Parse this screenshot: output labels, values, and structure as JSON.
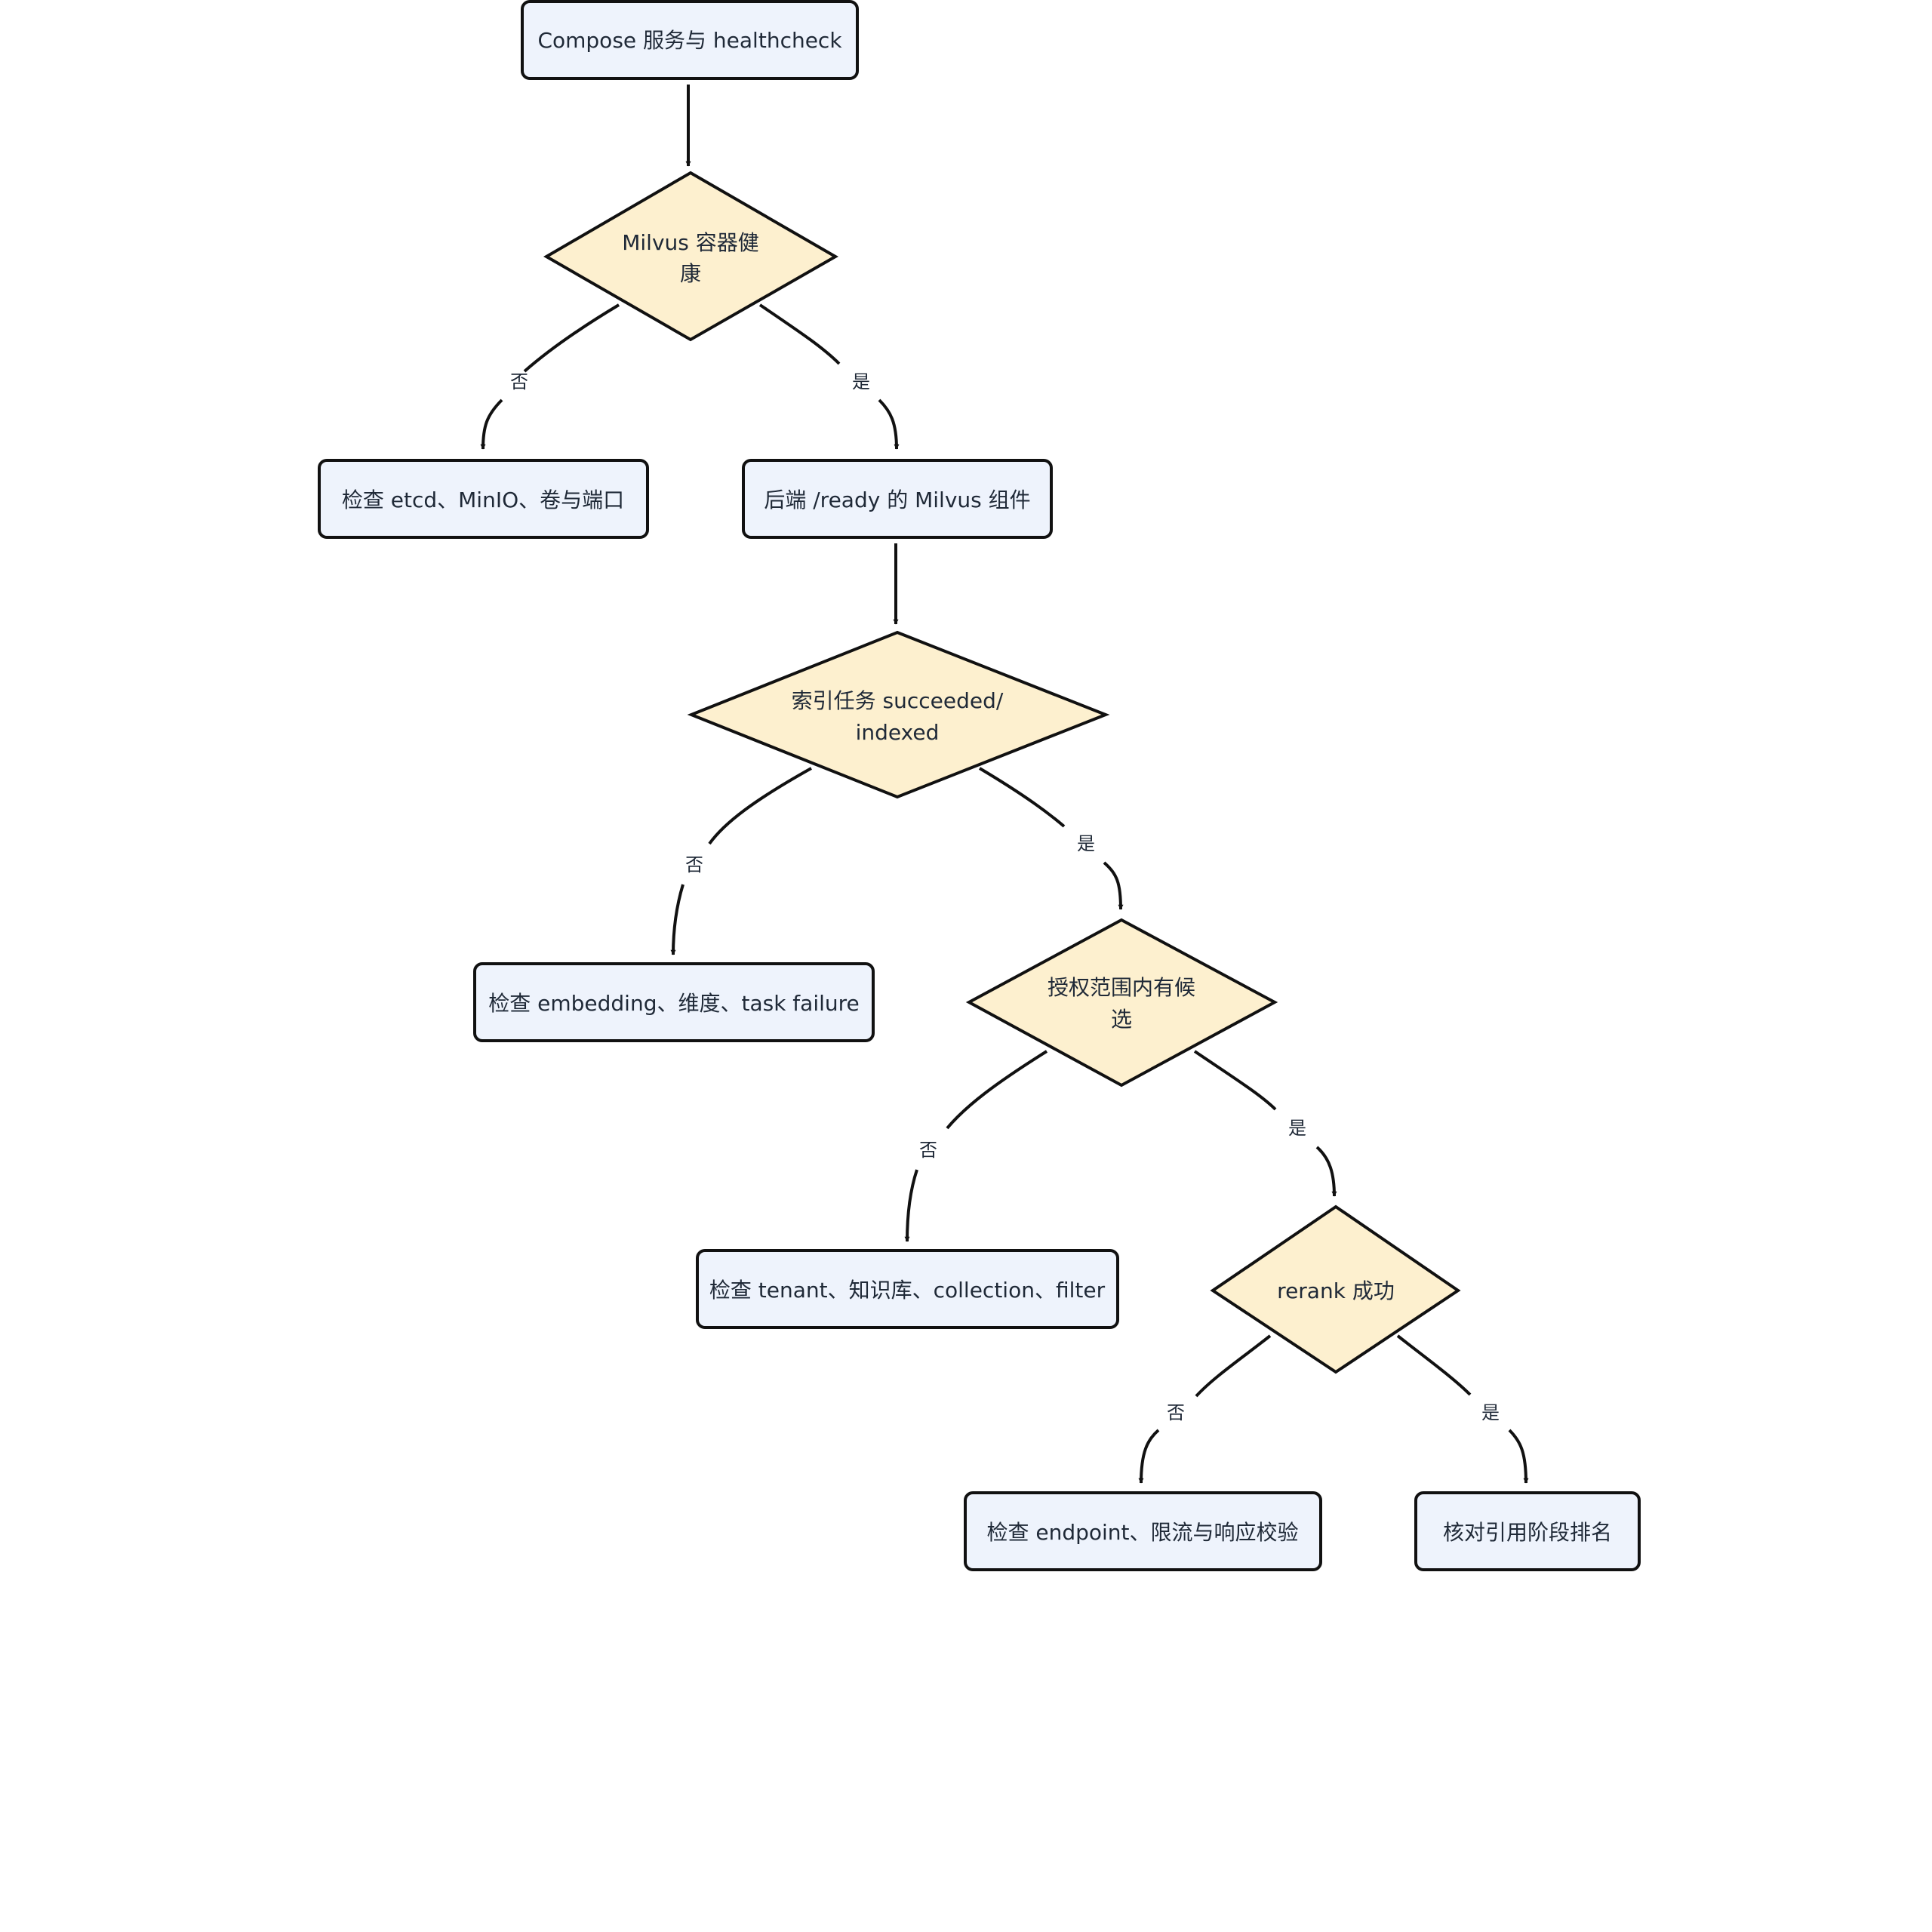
{
  "nodes": {
    "compose": "Compose 服务与 healthcheck",
    "milvus_healthy": [
      "Milvus 容器健",
      "康"
    ],
    "check_etcd": "检查 etcd、MinIO、卷与端口",
    "ready": "后端 /ready 的 Milvus 组件",
    "index_task": [
      "索引任务 succeeded/",
      "indexed"
    ],
    "check_embedding": "检查 embedding、维度、task failure",
    "candidates": [
      "授权范围内有候",
      "选"
    ],
    "check_tenant": "检查 tenant、知识库、collection、filter",
    "rerank": "rerank 成功",
    "check_endpoint": "检查 endpoint、限流与响应校验",
    "verify_rank": "核对引用阶段排名"
  },
  "edge_labels": {
    "no": "否",
    "yes": "是"
  },
  "colors": {
    "process_fill": "#eef3fc",
    "decision_fill": "#fdf0cf",
    "stroke": "#111111"
  }
}
